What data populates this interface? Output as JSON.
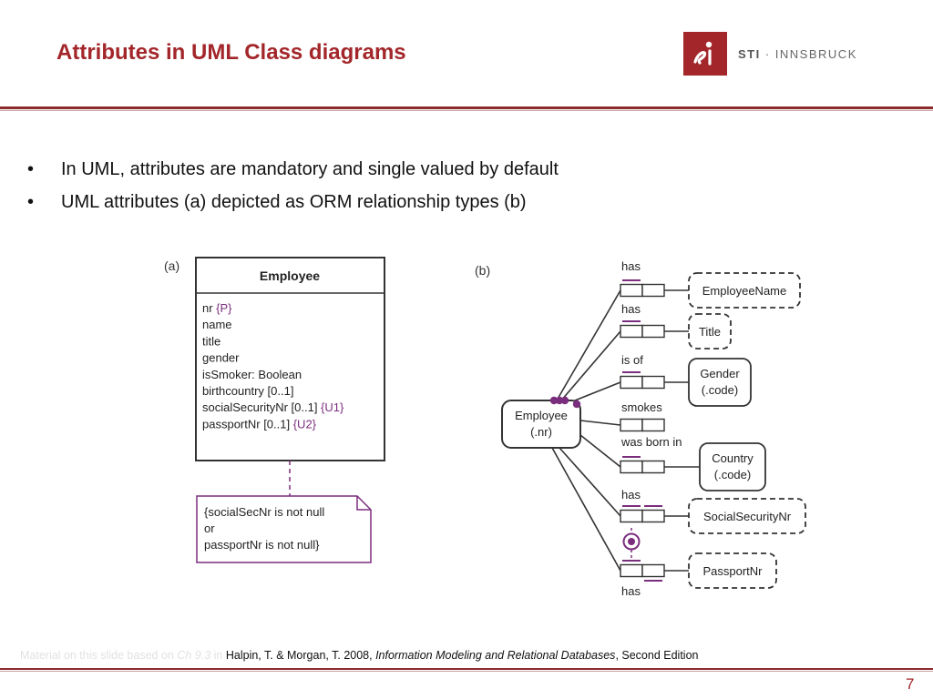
{
  "slide": {
    "title": "Attributes in UML Class diagrams",
    "page_number": "7"
  },
  "logo": {
    "text_main": "STI",
    "text_sep": " · ",
    "text_sub": "INNSBRUCK",
    "brand_color": "#a3262a"
  },
  "bullets": [
    "In UML, attributes are mandatory and single valued by default",
    "UML attributes (a) depicted as ORM relationship types (b)"
  ],
  "diagram_a": {
    "label": "(a)",
    "class_name": "Employee",
    "attributes": [
      {
        "text": "nr ",
        "constraint": "{P}"
      },
      {
        "text": "name",
        "constraint": ""
      },
      {
        "text": "title",
        "constraint": ""
      },
      {
        "text": "gender",
        "constraint": ""
      },
      {
        "text": "isSmoker: Boolean",
        "constraint": ""
      },
      {
        "text": "birthcountry [0..1]",
        "constraint": ""
      },
      {
        "text": "socialSecurityNr [0..1] ",
        "constraint": "{U1}"
      },
      {
        "text": "passportNr [0..1] ",
        "constraint": "{U2}"
      }
    ],
    "note_lines": [
      "{socialSecNr is not null",
      " or",
      " passportNr is not null}"
    ]
  },
  "diagram_b": {
    "label": "(b)",
    "entity_line1": "Employee",
    "entity_line2": "(.nr)",
    "rows": [
      {
        "reading": "has",
        "target": [
          "EmployeeName"
        ]
      },
      {
        "reading": "has",
        "target": [
          "Title"
        ]
      },
      {
        "reading": "is of",
        "target": [
          "Gender",
          "(.code)"
        ]
      },
      {
        "reading": "smokes",
        "target": []
      },
      {
        "reading": "was born in",
        "target": [
          "Country",
          "(.code)"
        ]
      },
      {
        "reading": "has",
        "target": [
          "SocialSecurityNr"
        ]
      },
      {
        "reading": "has",
        "target": [
          "PassportNr"
        ]
      }
    ],
    "accent_color": "#7b2d7e"
  },
  "footer": {
    "faint_prefix": "Material on this slide based on ",
    "faint_chapter": "Ch 9.3",
    "faint_in": " in ",
    "authors": "Halpin, T. & Morgan, T. 2008, ",
    "book": "Information Modeling and Relational Databases",
    "edition": ", Second Edition"
  }
}
